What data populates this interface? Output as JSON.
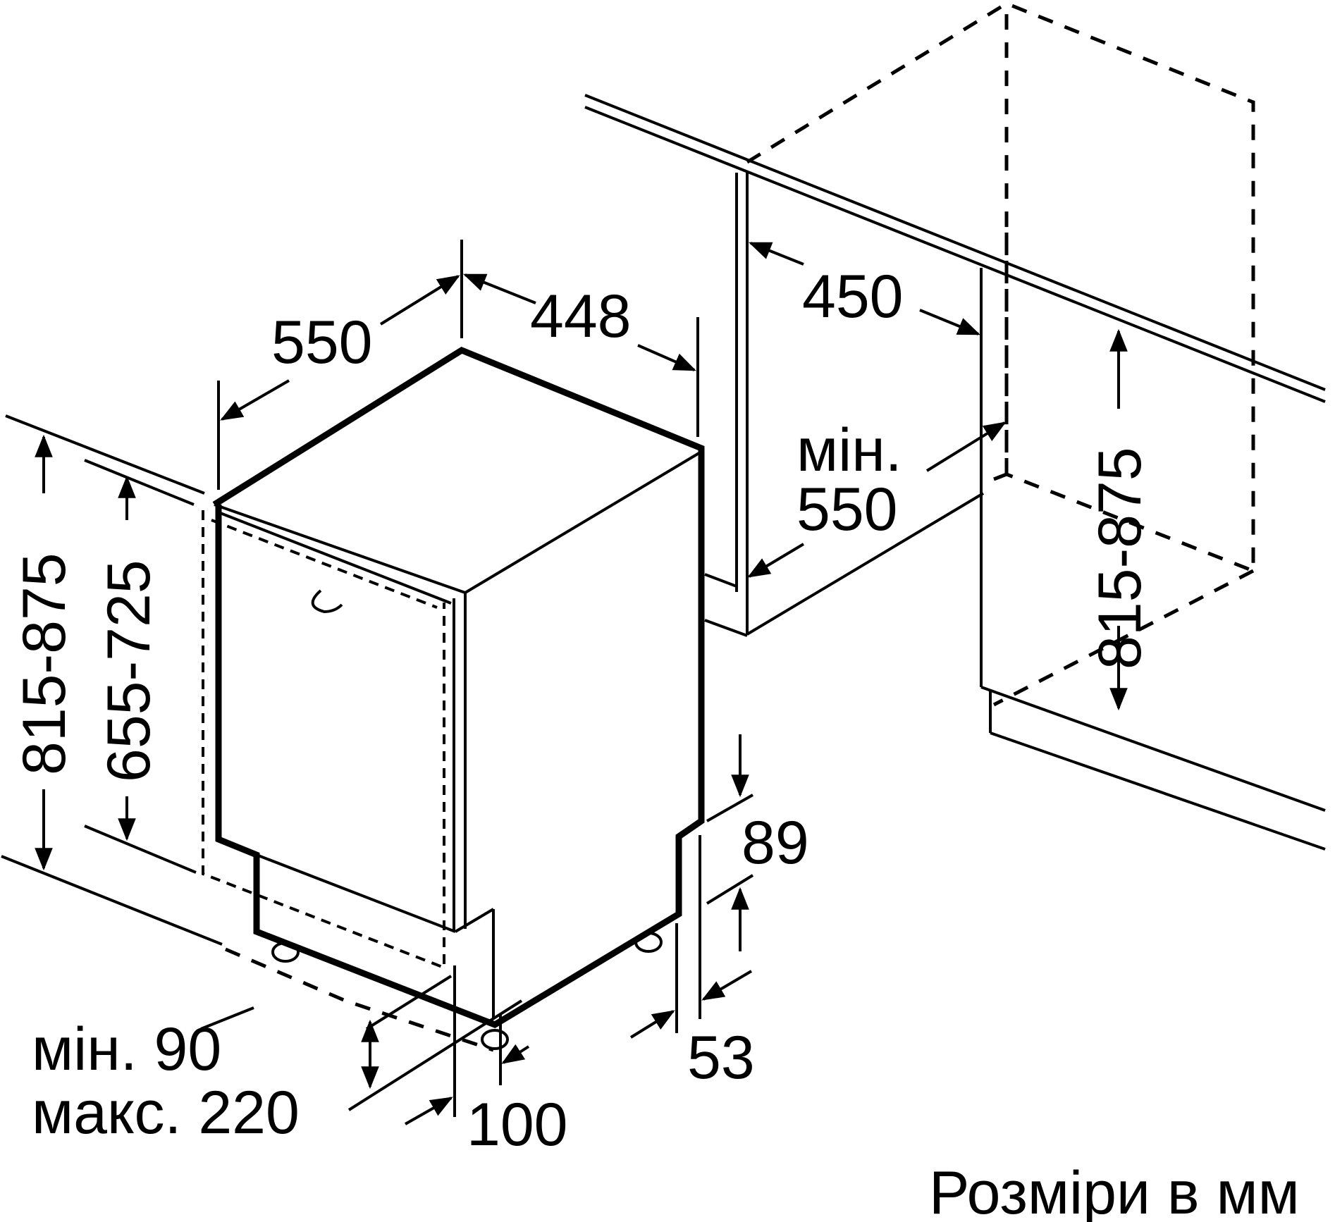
{
  "diagram": {
    "subject": "Built-in dishwasher installation dimensions",
    "caption": "Розміри в мм",
    "colors": {
      "line": "#000000",
      "background": "#ffffff"
    },
    "dimensions": {
      "depth_appliance": "550",
      "width_appliance": "448",
      "height_appliance": "815-875",
      "door_height": "655-725",
      "niche_width": "450",
      "niche_depth_prefix": "мін.",
      "niche_depth": "550",
      "niche_height": "815-875",
      "plinth_offset": "89",
      "foot_setback": "53",
      "door_gap": "100",
      "plinth_min": "мін. 90",
      "plinth_max": "макс. 220"
    }
  }
}
